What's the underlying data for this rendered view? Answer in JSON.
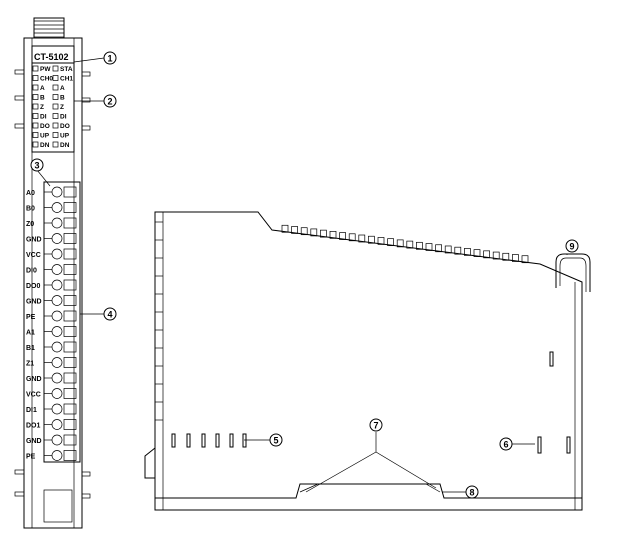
{
  "front": {
    "model": "CT-5102",
    "leds": [
      [
        "PW",
        "STA"
      ],
      [
        "CH0",
        "CH1"
      ],
      [
        "A",
        "A"
      ],
      [
        "B",
        "B"
      ],
      [
        "Z",
        "Z"
      ],
      [
        "DI",
        "DI"
      ],
      [
        "DO",
        "DO"
      ],
      [
        "UP",
        "UP"
      ],
      [
        "DN",
        "DN"
      ]
    ],
    "terminals": [
      "A0",
      "B0",
      "Z0",
      "GND",
      "VCC",
      "DI0",
      "DO0",
      "GND",
      "PE",
      "A1",
      "B1",
      "Z1",
      "GND",
      "VCC",
      "DI1",
      "DO1",
      "GND",
      "PE"
    ]
  },
  "callouts": [
    "1",
    "2",
    "3",
    "4",
    "5",
    "6",
    "7",
    "8",
    "9"
  ]
}
